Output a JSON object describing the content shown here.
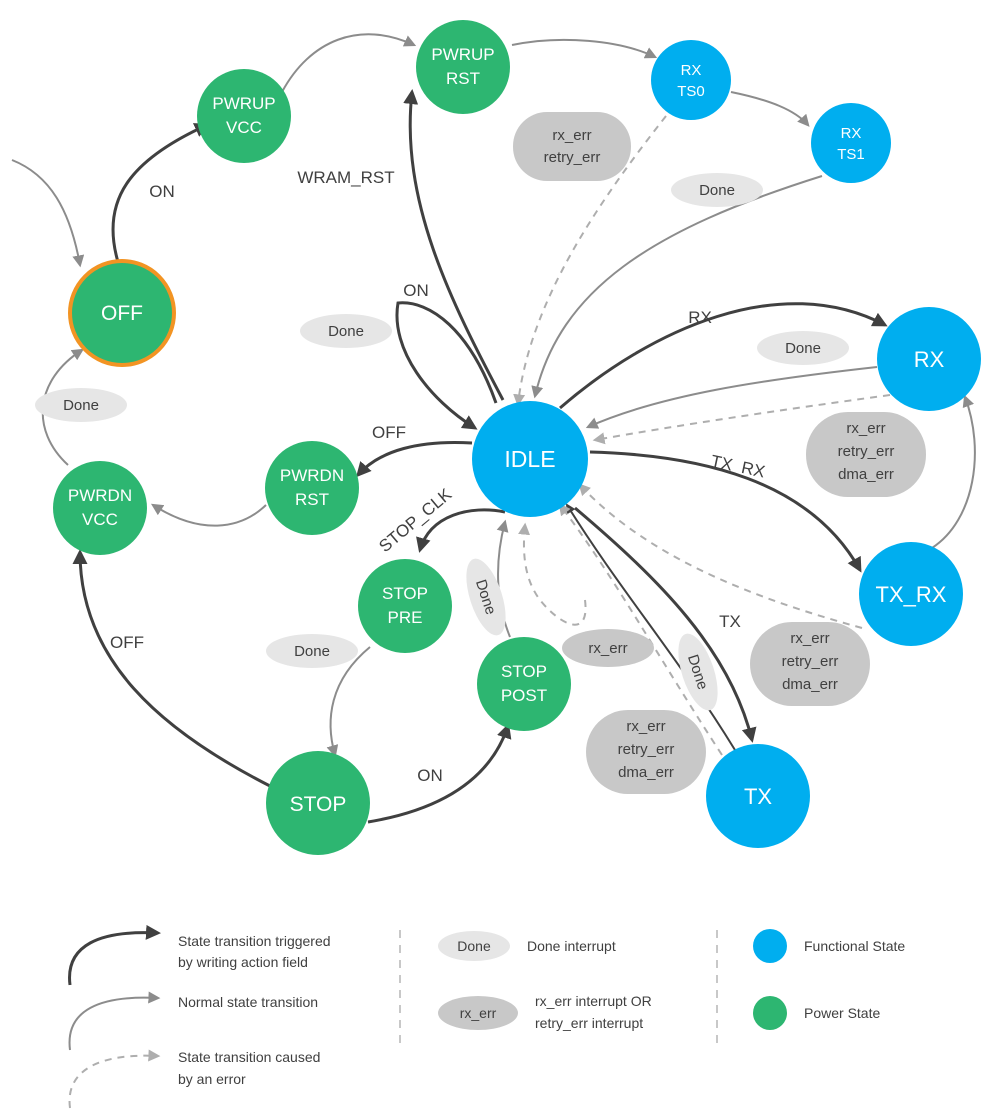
{
  "colors": {
    "power_state": "#2DB671",
    "functional_state": "#00AEEF",
    "off_border": "#F29423",
    "edge_triggered": "#404040",
    "edge_normal": "#8C8C8C",
    "edge_error": "#AEAEAE",
    "done_pill": "#E6E6E6",
    "error_pill": "#C8C8C8",
    "text": "#404040"
  },
  "nodes": {
    "off": [
      "OFF"
    ],
    "pwrup_vcc": [
      "PWRUP",
      "VCC"
    ],
    "pwrup_rst": [
      "PWRUP",
      "RST"
    ],
    "rx_ts0": [
      "RX",
      "TS0"
    ],
    "rx_ts1": [
      "RX",
      "TS1"
    ],
    "idle": [
      "IDLE"
    ],
    "rx": [
      "RX"
    ],
    "tx_rx": [
      "TX_RX"
    ],
    "tx": [
      "TX"
    ],
    "pwrdn_rst": [
      "PWRDN",
      "RST"
    ],
    "pwrdn_vcc": [
      "PWRDN",
      "VCC"
    ],
    "stop_pre": [
      "STOP",
      "PRE"
    ],
    "stop_post": [
      "STOP",
      "POST"
    ],
    "stop": [
      "STOP"
    ]
  },
  "edge_labels": {
    "off_on": "ON",
    "wram_rst": "WRAM_RST",
    "idle_on": "ON",
    "idle_rx": "RX",
    "idle_tx_rx": "TX_RX",
    "idle_off": "OFF",
    "stop_clk": "STOP_CLK",
    "tx": "TX",
    "stop_off": "OFF",
    "stop_on": "ON"
  },
  "pills": {
    "done": "Done",
    "err_rx_ts": [
      "rx_err",
      "retry_err"
    ],
    "err_rx": [
      "rx_err",
      "retry_err",
      "dma_err"
    ],
    "err_tx_rx": [
      "rx_err",
      "retry_err",
      "dma_err"
    ],
    "err_tx": [
      "rx_err",
      "retry_err",
      "dma_err"
    ],
    "err_stop_post": [
      "rx_err"
    ]
  },
  "legend": {
    "triggered": [
      "State transition triggered",
      "by writing action field"
    ],
    "normal": [
      "Normal state transition"
    ],
    "error": [
      "State transition caused",
      "by an error"
    ],
    "done_pill": "Done",
    "done_desc": "Done interrupt",
    "err_pill": "rx_err",
    "err_desc": [
      "rx_err interrupt OR",
      "retry_err interrupt"
    ],
    "functional": "Functional State",
    "power": "Power State"
  }
}
